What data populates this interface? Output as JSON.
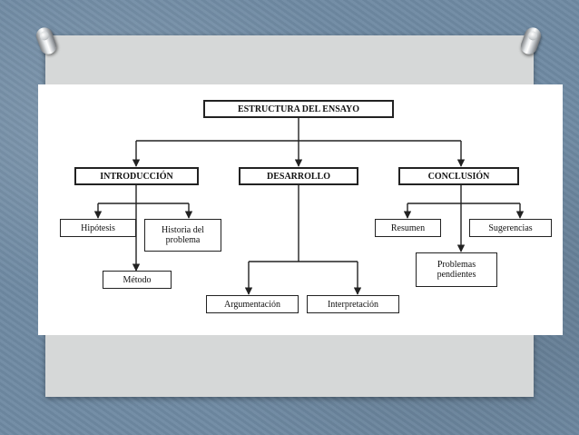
{
  "diagram": {
    "root": "ESTRUCTURA DEL ENSAYO",
    "sections": [
      {
        "label": "INTRODUCCIÓN",
        "children": [
          "Hipótesis",
          "Historia del\nproblema",
          "Método"
        ]
      },
      {
        "label": "DESARROLLO",
        "children": [
          "Argumentación",
          "Interpretación"
        ]
      },
      {
        "label": "CONCLUSIÓN",
        "children": [
          "Resumen",
          "Sugerencias",
          "Problemas\npendientes"
        ]
      }
    ]
  },
  "colors": {
    "line": "#222222",
    "background": "#6f8aa3",
    "card": "#d6d8d8",
    "panel": "#ffffff"
  }
}
